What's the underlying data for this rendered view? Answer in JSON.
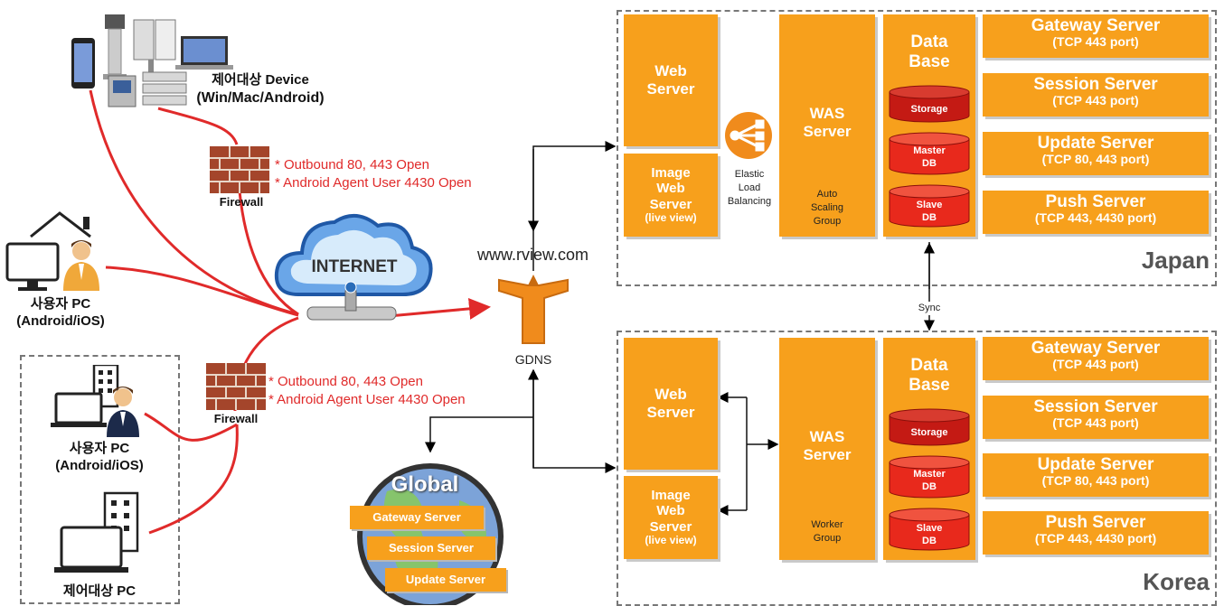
{
  "left": {
    "device_label_line1": "제어대상 Device",
    "device_label_line2": "(Win/Mac/Android)",
    "user_pc_label_line1": "사용자 PC",
    "user_pc_label_line2": "(Android/iOS)",
    "office_user_pc_line1": "사용자 PC",
    "office_user_pc_line2": "(Android/iOS)",
    "office_target_pc": "제어대상 PC",
    "firewall1_label": "Firewall",
    "firewall2_label": "Firewall",
    "firewall1_note1": "* Outbound 80, 443 Open",
    "firewall1_note2": "* Android Agent User 4430 Open",
    "firewall2_note1": "* Outbound 80, 443 Open",
    "firewall2_note2": "* Android Agent User 4430 Open"
  },
  "center": {
    "internet": "INTERNET",
    "domain": "www.rview.com",
    "gdns": "GDNS",
    "global_title": "Global",
    "global_servers": [
      "Gateway Server",
      "Session Server",
      "Update Server"
    ]
  },
  "japan": {
    "region": "Japan",
    "web_server": [
      "Web",
      "Server"
    ],
    "image_web_server": [
      "Image",
      "Web",
      "Server",
      "(live view)"
    ],
    "elb": [
      "Elastic",
      "Load",
      "Balancing"
    ],
    "was": [
      "WAS",
      "Server"
    ],
    "group": [
      "Auto",
      "Scaling",
      "Group"
    ],
    "database": [
      "Data",
      "Base"
    ],
    "storage": "Storage",
    "master": [
      "Master",
      "DB"
    ],
    "slave": [
      "Slave",
      "DB"
    ],
    "servers": [
      {
        "name": "Gateway Server",
        "port": "(TCP 443 port)"
      },
      {
        "name": "Session Server",
        "port": "(TCP 443 port)"
      },
      {
        "name": "Update Server",
        "port": "(TCP 80, 443 port)"
      },
      {
        "name": "Push Server",
        "port": "(TCP 443, 4430 port)"
      }
    ]
  },
  "sync": "Sync",
  "korea": {
    "region": "Korea",
    "web_server": [
      "Web",
      "Server"
    ],
    "image_web_server": [
      "Image",
      "Web",
      "Server",
      "(live view)"
    ],
    "was": [
      "WAS",
      "Server"
    ],
    "group": [
      "Worker",
      "Group"
    ],
    "database": [
      "Data",
      "Base"
    ],
    "storage": "Storage",
    "master": [
      "Master",
      "DB"
    ],
    "slave": [
      "Slave",
      "DB"
    ],
    "servers": [
      {
        "name": "Gateway Server",
        "port": "(TCP 443 port)"
      },
      {
        "name": "Session Server",
        "port": "(TCP 443 port)"
      },
      {
        "name": "Update Server",
        "port": "(TCP 80, 443 port)"
      },
      {
        "name": "Push Server",
        "port": "(TCP 443, 4430 port)"
      }
    ]
  },
  "colors": {
    "orange": "#f7a01c",
    "red_line": "#e02a2a",
    "db_red": "#e8291c",
    "storage_red": "#c41a14",
    "cloud_blue": "#3a78c9"
  }
}
